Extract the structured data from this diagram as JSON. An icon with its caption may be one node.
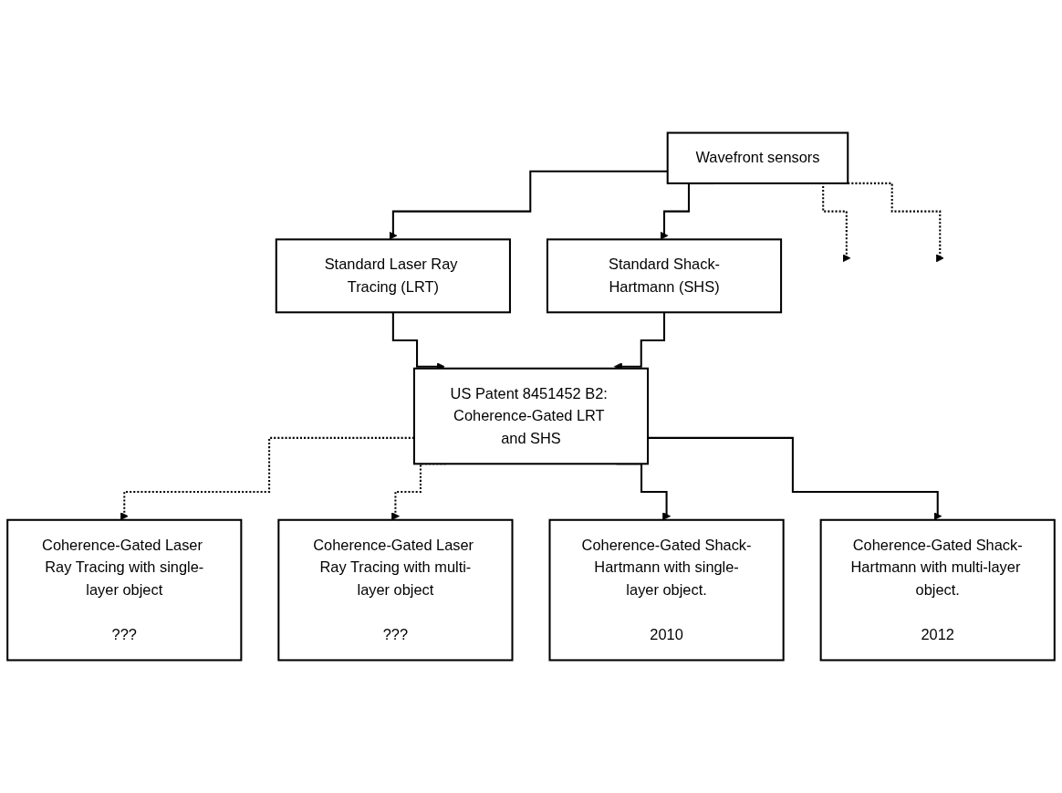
{
  "diagram": {
    "nodes": [
      {
        "text": [
          "Wavefront sensors"
        ]
      },
      {
        "text": [
          "Standard Laser Ray Tracing (LRT)"
        ]
      },
      {
        "text": [
          "Standard Shack-Hartmann (SHS)"
        ]
      },
      {
        "text": [
          "US Patent 8451452 B2: Coherence-Gated LRT and SHS"
        ]
      },
      {
        "text": [
          "Coherence-Gated Laser Ray Tracing with single-layer object",
          "???"
        ]
      },
      {
        "text": [
          "Coherence-Gated Laser Ray Tracing with multi-layer object",
          "???"
        ]
      },
      {
        "text": [
          "Coherence-Gated Shack-Hartmann with single-layer object.",
          "2010"
        ]
      },
      {
        "text": [
          "Coherence-Gated Shack-Hartmann with multi-layer object.",
          "2012"
        ]
      }
    ],
    "edges": [
      {
        "from": 0,
        "to": null,
        "arrow": "to",
        "style": "dashed"
      },
      {
        "from": 0,
        "to": 1,
        "arrow": "to"
      },
      {
        "from": 0,
        "to": 2,
        "arrow": "to"
      },
      {
        "from": 0,
        "to": null,
        "arrow": "to",
        "style": "dashed"
      },
      {
        "from": 1,
        "to": 3,
        "arrow": "to"
      },
      {
        "from": 2,
        "to": 3,
        "arrow": "to"
      },
      {
        "from": 3,
        "to": 4,
        "arrow": "to",
        "style": "dashed"
      },
      {
        "from": 3,
        "to": 5,
        "arrow": "to",
        "style": "dashed"
      },
      {
        "from": 3,
        "to": 6,
        "arrow": "to"
      },
      {
        "from": 3,
        "to": 7,
        "arrow": "to"
      }
    ]
  }
}
